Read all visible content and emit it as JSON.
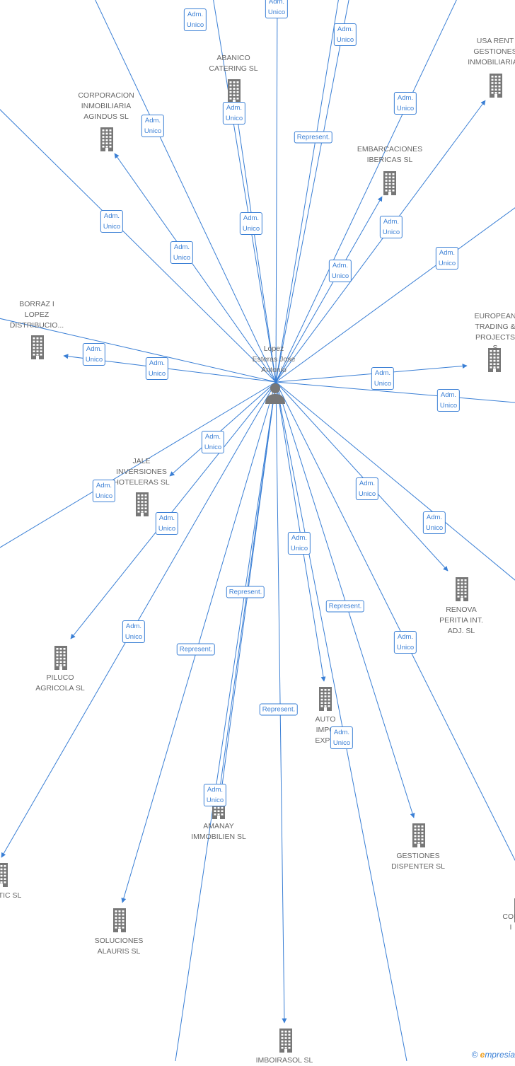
{
  "center": {
    "label": "Lopez\nEsteras Jose\nAntonio",
    "icon": "person-icon"
  },
  "colors": {
    "edge": "#3a7fd5",
    "node": "#777777",
    "label": "#666666"
  },
  "companies": [
    {
      "id": "abanico",
      "label": "ABANICO\nCATERING SL"
    },
    {
      "id": "corporacion",
      "label": "CORPORACION\nINMOBILIARIA\nAGINDUS  SL"
    },
    {
      "id": "usarent",
      "label": "USA RENT\nGESTIONES\nINMOBILIARIAS"
    },
    {
      "id": "embarcaciones",
      "label": "EMBARCACIONES\nIBERICAS SL"
    },
    {
      "id": "borraz",
      "label": "BORRAZ I\nLOPEZ\nDISTRIBUCIO..."
    },
    {
      "id": "european",
      "label": "EUROPEAN\nTRADING &\nPROJECTS  S"
    },
    {
      "id": "jale",
      "label": "JALE\nINVERSIONES\nHOTELERAS SL"
    },
    {
      "id": "renova",
      "label": "RENOVA\nPERITIA INT.\nADJ.  SL"
    },
    {
      "id": "piluco",
      "label": "PILUCO\nAGRICOLA  SL"
    },
    {
      "id": "auto",
      "label": "AUTO\nIMPO\nEXPO"
    },
    {
      "id": "amanay",
      "label": "AMANAY\nIMMOBILIEN  SL"
    },
    {
      "id": "gestiones",
      "label": "GESTIONES\nDISPENTER  SL"
    },
    {
      "id": "tic",
      "label": "TIC SL"
    },
    {
      "id": "con",
      "label": "CON\nI"
    },
    {
      "id": "soluciones",
      "label": "SOLUCIONES\nALAURIS  SL"
    },
    {
      "id": "imboirasol",
      "label": "IMBOIRASOL  SL"
    }
  ],
  "roles": [
    "Adm.\nUnico",
    "Adm.\nUnico",
    "Adm.\nUnico",
    "Adm.\nUnico",
    "Represent.",
    "Adm.\nUnico",
    "Adm.\nUnico",
    "Adm.\nUnico",
    "Adm.\nUnico",
    "Adm.\nUnico",
    "Adm.\nUnico",
    "Adm.\nUnico",
    "Adm.\nUnico",
    "Adm.\nUnico",
    "Adm.\nUnico",
    "Adm.\nUnico",
    "Adm.\nUnico",
    "Adm.\nUnico",
    "Adm.\nUnico",
    "Adm.\nUnico",
    "Adm.\nUnico",
    "Adm.\nUnico",
    "Adm.\nUnico",
    "Represent.",
    "Adm.\nUnico",
    "Represent.",
    "Adm.\nUnico",
    "Represent.",
    "Adm.\nUnico",
    "Represent.",
    "Adm.\nUnico",
    "Adm.\nUnico"
  ],
  "footer": {
    "copyright": "©",
    "brand_e": "e",
    "brand_rest": "mpresia"
  }
}
